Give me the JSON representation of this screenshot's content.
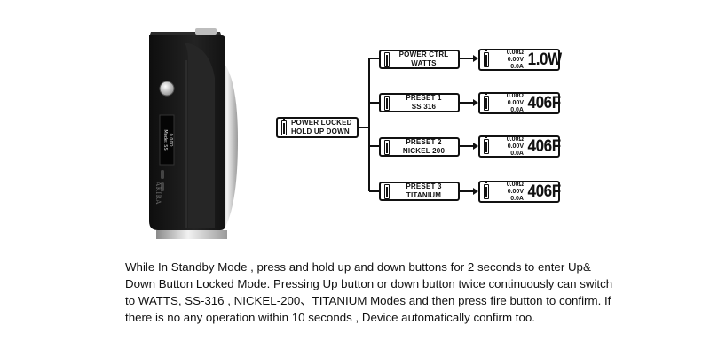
{
  "device": {
    "brand": "AKIRA",
    "screen_lines": [
      "Mode: SS",
      "0.00Ω"
    ]
  },
  "root_box": {
    "line1": "POWER LOCKED",
    "line2": "HOLD UP DOWN"
  },
  "branches": [
    {
      "line1": "POWER CTRL",
      "line2": "WATTS",
      "ohm": "0.00Ω",
      "volt": "0.00V",
      "amp": "0.0A",
      "value": "1.0W"
    },
    {
      "line1": "PRESET  1",
      "line2": "SS 316",
      "ohm": "0.00Ω",
      "volt": "0.00V",
      "amp": "0.0A",
      "value": "406F"
    },
    {
      "line1": "PRESET  2",
      "line2": "NICKEL 200",
      "ohm": "0.00Ω",
      "volt": "0.00V",
      "amp": "0.0A",
      "value": "406F"
    },
    {
      "line1": "PRESET  3",
      "line2": "TITANIUM",
      "ohm": "0.00Ω",
      "volt": "0.00V",
      "amp": "0.0A",
      "value": "406F"
    }
  ],
  "caption": "While In Standby Mode , press and hold up and down buttons for 2 seconds to enter Up&\nDown Button Locked Mode. Pressing Up button or down button twice continuously can switch\nto WATTS, SS-316 , NICKEL-200、TITANIUM Modes and then press fire button to confirm. If\nthere is no any operation within 10 seconds , Device automatically confirm too.",
  "colors": {
    "device_body": "#1c1c1c",
    "metal": "#c8c8c8",
    "line": "#111111"
  }
}
